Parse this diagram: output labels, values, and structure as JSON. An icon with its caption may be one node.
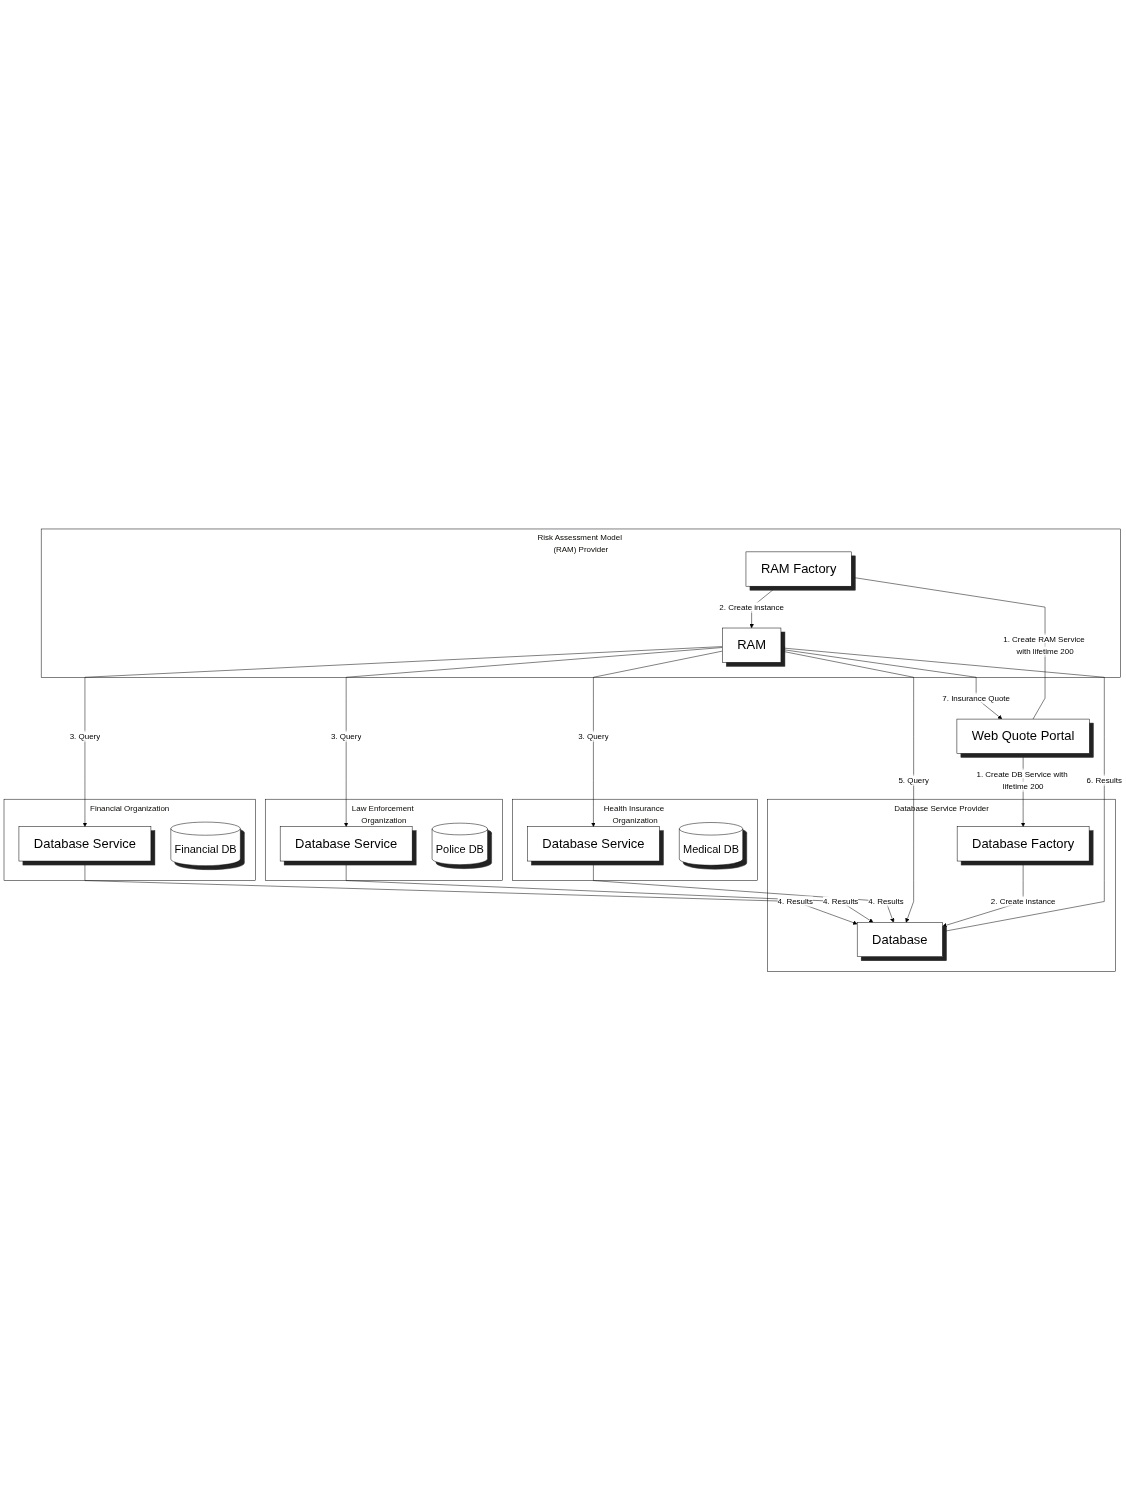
{
  "diagram": {
    "nodes": [
      {
        "text": [
          "Risk Assessment Model (RAM) Provider"
        ]
      },
      {
        "text": [
          "RAM Factory"
        ],
        "in": 0
      },
      {
        "text": [
          "RAM"
        ],
        "in": 0
      },
      {
        "text": [
          "Financial Organization"
        ]
      },
      {
        "text": [
          "Database Service"
        ],
        "in": 3
      },
      {
        "text": [
          "Financial DB"
        ],
        "in": 3
      },
      {
        "text": [
          "Law Enforcement Organization"
        ]
      },
      {
        "text": [
          "Database Service"
        ],
        "in": 6
      },
      {
        "text": [
          "Police DB"
        ],
        "in": 6
      },
      {
        "text": [
          "Web Quote Portal"
        ]
      },
      {
        "text": [
          "Database Service Provider"
        ]
      },
      {
        "text": [
          "Database"
        ],
        "in": 10
      },
      {
        "text": [
          "Database Factory"
        ],
        "in": 10
      },
      {
        "text": [
          "Health Insurance Organization"
        ]
      },
      {
        "text": [
          "Database Service"
        ],
        "in": 13
      },
      {
        "text": [
          "Medical DB"
        ],
        "in": 13
      }
    ],
    "edges": [
      {
        "from": 9,
        "to": 1,
        "arrow": "to",
        "label": "1. Create RAM Service with lifetime 200"
      },
      {
        "from": 1,
        "to": 2,
        "arrow": "to",
        "label": "2. Create instance"
      },
      {
        "from": 2,
        "to": 4,
        "arrow": "to",
        "label": "3. Query"
      },
      {
        "from": 2,
        "to": 7,
        "arrow": "to",
        "label": "3. Query"
      },
      {
        "from": 2,
        "to": 14,
        "arrow": "to",
        "label": "3. Query"
      },
      {
        "from": 4,
        "to": 11,
        "arrow": "to",
        "label": "4. Results"
      },
      {
        "from": 7,
        "to": 11,
        "arrow": "to",
        "label": "4. Results"
      },
      {
        "from": 14,
        "to": 11,
        "arrow": "to",
        "label": "4. Results"
      },
      {
        "from": 2,
        "to": 11,
        "arrow": "to",
        "label": "5. Query"
      },
      {
        "from": 11,
        "to": 2,
        "arrow": "to",
        "label": "6. Results"
      },
      {
        "from": 2,
        "to": 9,
        "arrow": "to",
        "label": "7. Insurance Quote"
      },
      {
        "from": 9,
        "to": 12,
        "arrow": "to",
        "label": "1. Create DB Service with lifetime 200"
      },
      {
        "from": 12,
        "to": 11,
        "arrow": "to",
        "label": "2. Create instance"
      }
    ]
  }
}
